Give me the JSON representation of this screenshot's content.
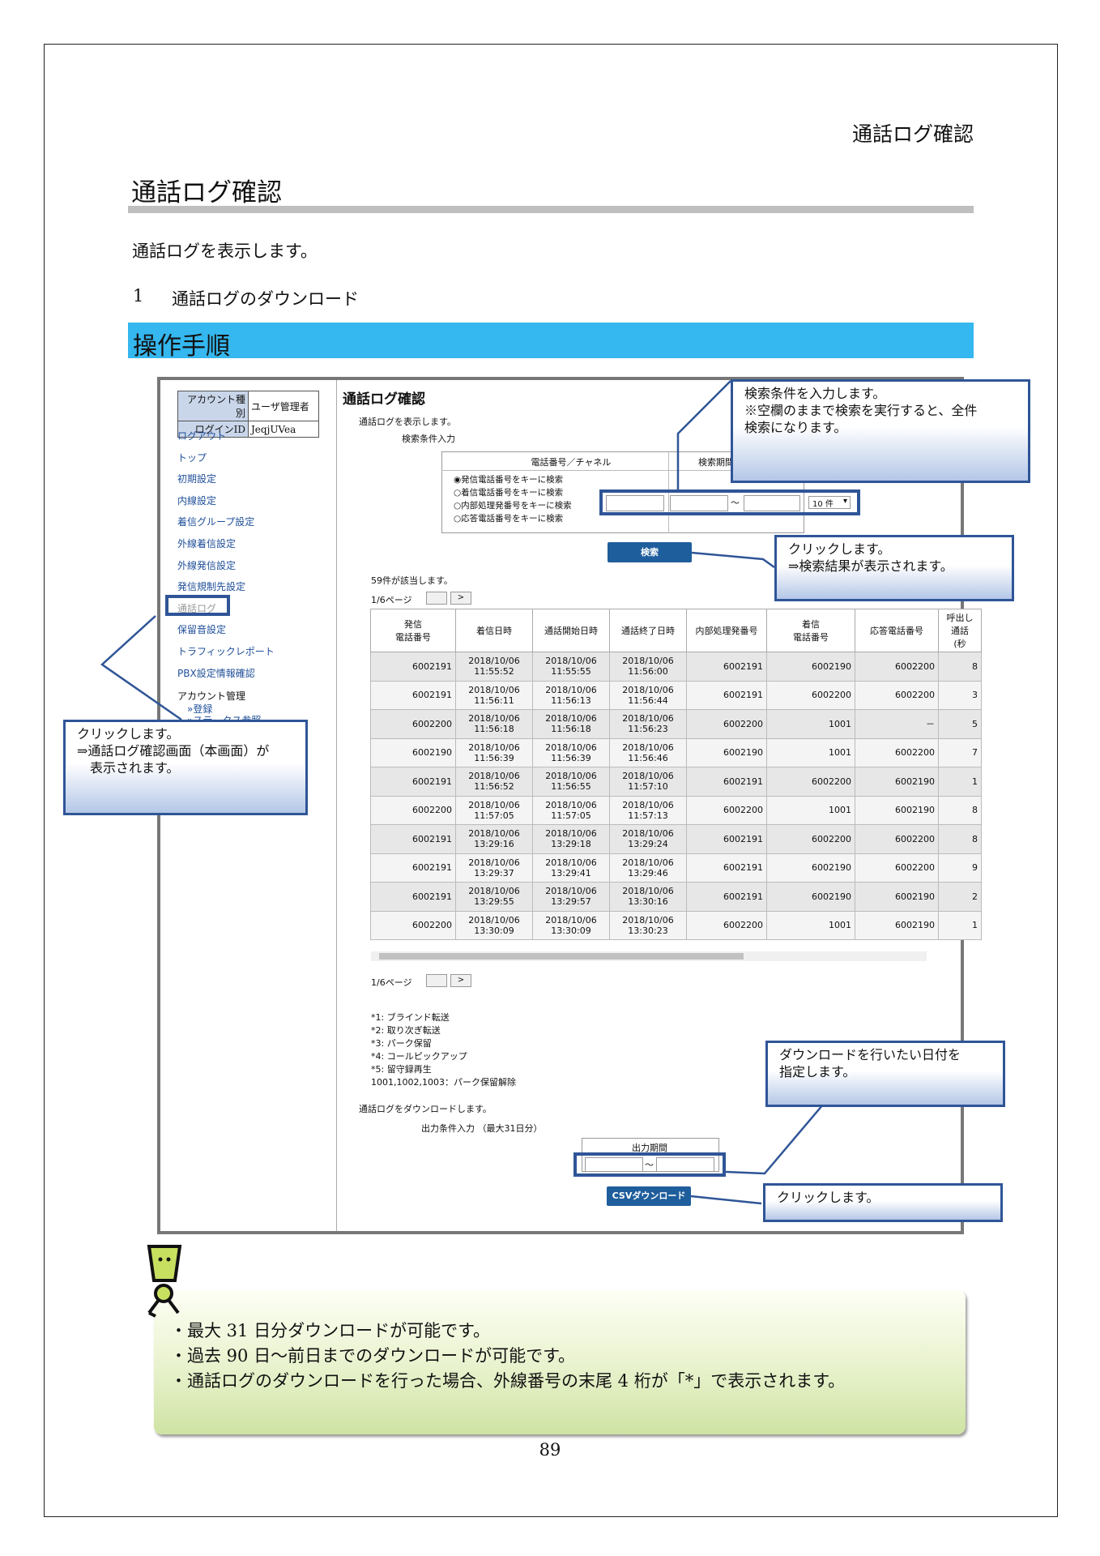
{
  "running_header": "通話ログ確認",
  "section_title": "通話ログ確認",
  "intro": "通話ログを表示します。",
  "item1": {
    "num": "1",
    "text": "通話ログのダウンロード"
  },
  "op_title": "操作手順",
  "screenshot": {
    "sidebar": {
      "account_type_label": "アカウント種別",
      "account_type_value": "ユーザ管理者",
      "login_id_label": "ログインID",
      "login_id_value": "JeqjUVea",
      "links": [
        "ログアウト",
        "トップ",
        "初期設定",
        "内線設定",
        "着信グループ設定",
        "外線着信設定",
        "外線発信設定",
        "発信規制先設定",
        "通話ログ",
        "保留音設定",
        "トラフィックレポート",
        "PBX設定情報確認"
      ],
      "account_mgmt": "アカウント管理",
      "register": "»登録",
      "partial": "»ステータス参照"
    },
    "title": "通話ログ確認",
    "desc": "通話ログを表示します。",
    "search_label": "検索条件入力",
    "search_col1": "電話番号／チャネル",
    "search_col2": "検索期間",
    "radios": [
      "発信電話番号をキーに検索",
      "着信電話番号をキーに検索",
      "内部処理発番号をキーに検索",
      "応答電話番号をキーに検索"
    ],
    "tilde": "～",
    "count_select": "10 件",
    "search_button": "検索",
    "result_count": "59件が該当します。",
    "page_info": "1/6ページ",
    "next": ">",
    "headers": [
      "発信\n電話番号",
      "着信日時",
      "通話開始日時",
      "通話終了日時",
      "内部処理発番号",
      "着信\n電話番号",
      "応答電話番号",
      "呼出し\n通話\n(秒"
    ],
    "rows": [
      [
        "6002191",
        "2018/10/06\n11:55:52",
        "2018/10/06\n11:55:55",
        "2018/10/06\n11:56:00",
        "6002191",
        "6002190",
        "6002200",
        "8"
      ],
      [
        "6002191",
        "2018/10/06\n11:56:11",
        "2018/10/06\n11:56:13",
        "2018/10/06\n11:56:44",
        "6002191",
        "6002200",
        "6002200",
        "3"
      ],
      [
        "6002200",
        "2018/10/06\n11:56:18",
        "2018/10/06\n11:56:18",
        "2018/10/06\n11:56:23",
        "6002200",
        "1001",
        "－",
        "5"
      ],
      [
        "6002190",
        "2018/10/06\n11:56:39",
        "2018/10/06\n11:56:39",
        "2018/10/06\n11:56:46",
        "6002190",
        "1001",
        "6002200",
        "7"
      ],
      [
        "6002191",
        "2018/10/06\n11:56:52",
        "2018/10/06\n11:56:55",
        "2018/10/06\n11:57:10",
        "6002191",
        "6002200",
        "6002190",
        "1"
      ],
      [
        "6002200",
        "2018/10/06\n11:57:05",
        "2018/10/06\n11:57:05",
        "2018/10/06\n11:57:13",
        "6002200",
        "1001",
        "6002190",
        "8"
      ],
      [
        "6002191",
        "2018/10/06\n13:29:16",
        "2018/10/06\n13:29:18",
        "2018/10/06\n13:29:24",
        "6002191",
        "6002200",
        "6002200",
        "8"
      ],
      [
        "6002191",
        "2018/10/06\n13:29:37",
        "2018/10/06\n13:29:41",
        "2018/10/06\n13:29:46",
        "6002191",
        "6002190",
        "6002200",
        "9"
      ],
      [
        "6002191",
        "2018/10/06\n13:29:55",
        "2018/10/06\n13:29:57",
        "2018/10/06\n13:30:16",
        "6002191",
        "6002190",
        "6002190",
        "2"
      ],
      [
        "6002200",
        "2018/10/06\n13:30:09",
        "2018/10/06\n13:30:09",
        "2018/10/06\n13:30:23",
        "6002200",
        "1001",
        "6002190",
        "1"
      ]
    ],
    "legend": [
      "*1: ブラインド転送",
      "*2: 取り次ぎ転送",
      "*3: パーク保留",
      "*4: コールピックアップ",
      "*5: 留守録再生",
      "1001,1002,1003：パーク保留解除"
    ],
    "download_desc": "通話ログをダウンロードします。",
    "output_label": "出力条件入力 （最大31日分）",
    "output_period": "出力期間",
    "csv_button": "CSVダウンロード"
  },
  "callouts": {
    "search": [
      "検索条件を入力します。",
      "※空欄のままで検索を実行すると、全件",
      "検索になります。"
    ],
    "click_search": [
      "クリックします。",
      "⇒検索結果が表示されます。"
    ],
    "click_menu": [
      "クリックします。",
      "⇒通話ログ確認画面（本画面）が",
      "表示されます。"
    ],
    "date": [
      "ダウンロードを行いたい日付を",
      "指定します。"
    ],
    "click_csv": [
      "クリックします。"
    ]
  },
  "notes": [
    "・最大 31 日分ダウンロードが可能です。",
    "・過去 90 日～前日までのダウンロードが可能です。",
    "・通話ログのダウンロードを行った場合、外線番号の末尾 4 桁が「*」で表示されます。"
  ],
  "page_number": "89"
}
